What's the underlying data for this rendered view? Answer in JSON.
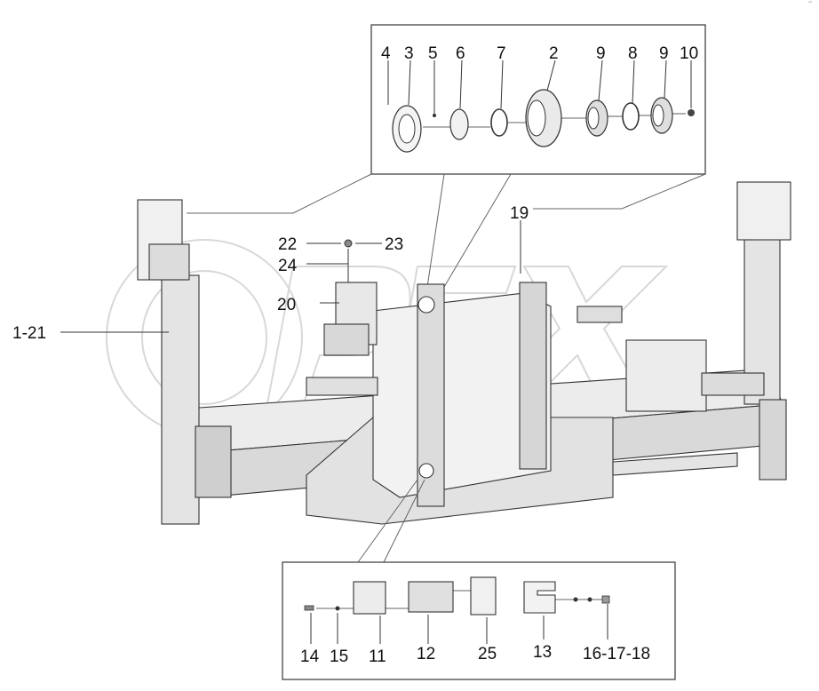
{
  "corner_mark": "ˉ˜",
  "watermark": "OPEX",
  "callouts_top": {
    "c4": "4",
    "c3": "3",
    "c5": "5",
    "c6": "6",
    "c7": "7",
    "c2": "2",
    "c9a": "9",
    "c8": "8",
    "c9b": "9",
    "c10": "10"
  },
  "callouts_main": {
    "c1_21": "1-21",
    "c19": "19",
    "c20": "20",
    "c22": "22",
    "c23": "23",
    "c24": "24"
  },
  "callouts_bottom": {
    "c14": "14",
    "c15": "15",
    "c11": "11",
    "c12": "12",
    "c25": "25",
    "c13": "13",
    "c16_17_18": "16-17-18"
  }
}
